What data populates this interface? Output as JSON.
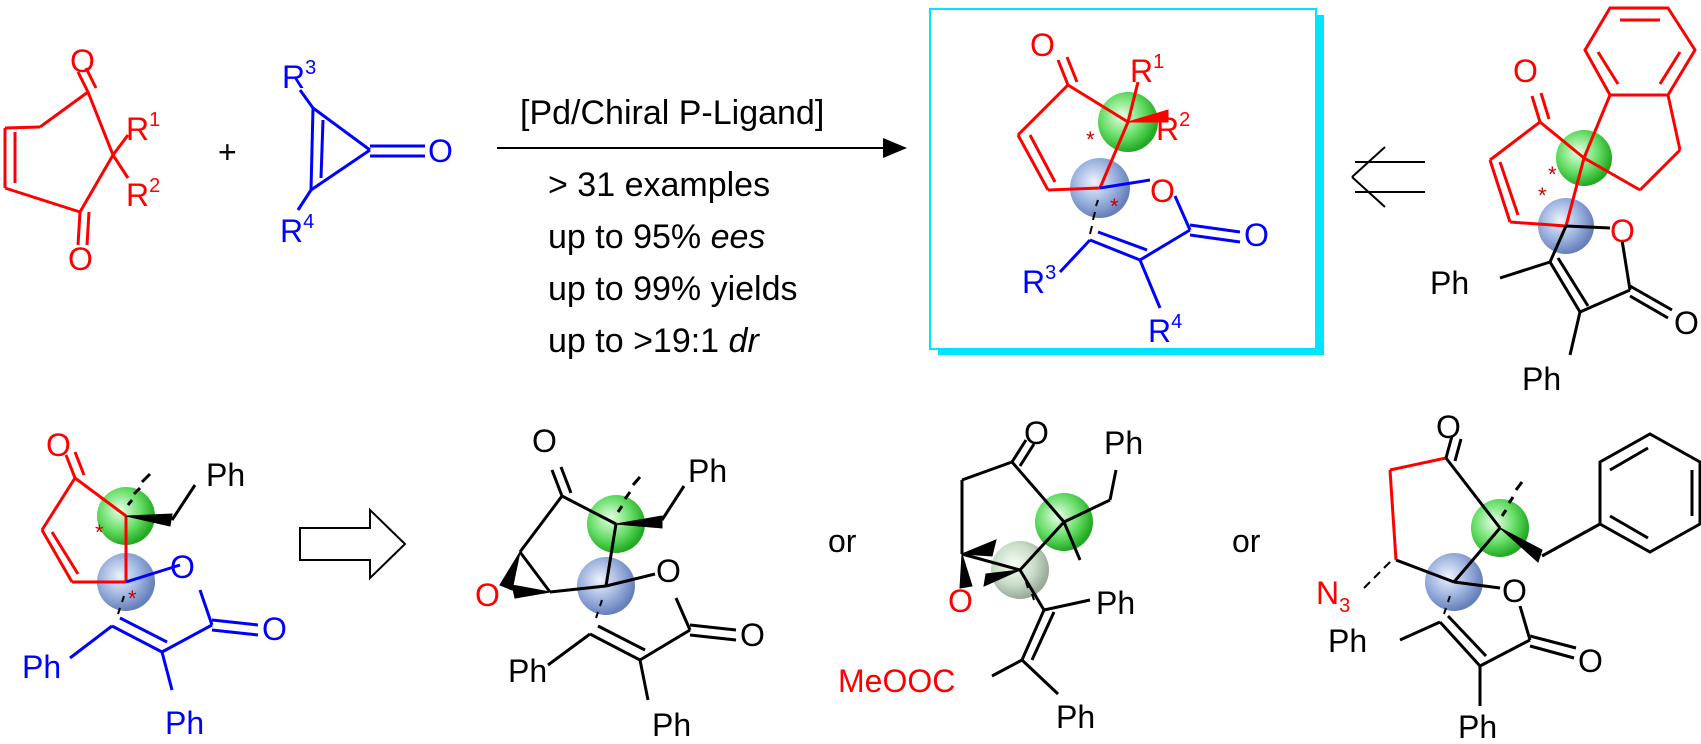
{
  "reaction": {
    "conditions": {
      "catalyst": "[Pd/Chiral P-Ligand]",
      "examples": "> 31 examples",
      "ees_prefix": "up to 95% ",
      "ees_italic": "ees",
      "yields": "up to 99% yields",
      "dr_prefix": "up to >19:1 ",
      "dr_italic": "dr"
    },
    "plus": "+",
    "or_1": "or",
    "or_2": "or"
  },
  "labels": {
    "O": "O",
    "R": "R",
    "sup1": "1",
    "sup2": "2",
    "sup3": "3",
    "sup4": "4",
    "Ph": "Ph",
    "MeOOC": "MeOOC",
    "N": "N",
    "sub3": "3",
    "star": "*"
  },
  "colors": {
    "red": "#ff0000",
    "blue": "#0000ff",
    "black": "#000000",
    "box_border": "#00e5ff",
    "green_sphere": "#33cc33",
    "blue_sphere": "#7799cc"
  }
}
